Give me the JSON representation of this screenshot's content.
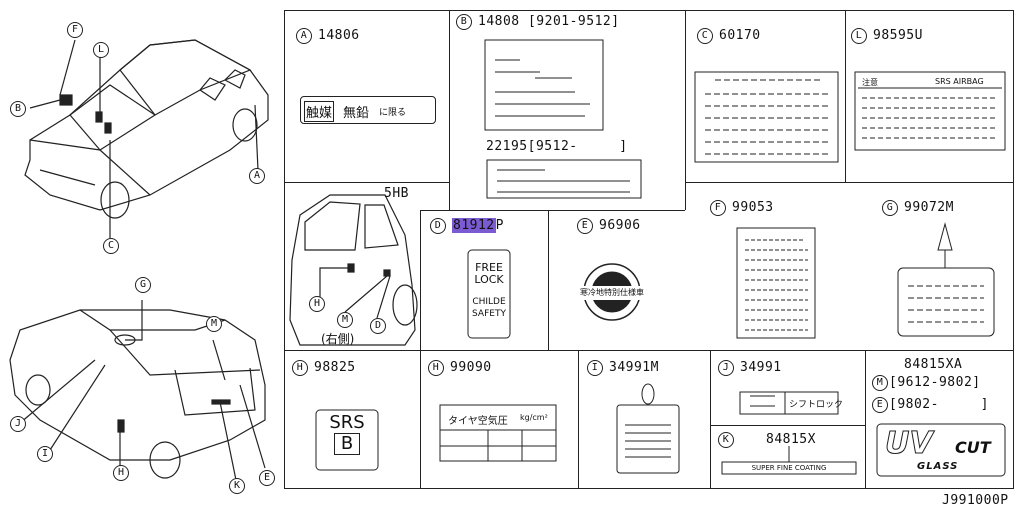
{
  "diagram_code": "J991000P",
  "callouts_top": [
    "F",
    "L",
    "B",
    "A",
    "C"
  ],
  "callouts_bottom": [
    "G",
    "M",
    "J",
    "I",
    "H",
    "K",
    "E"
  ],
  "cells": {
    "a": {
      "letter": "A",
      "part": "14806",
      "label_text_1": "触媒",
      "label_text_2": "無鉛",
      "label_text_3": "に限る"
    },
    "b": {
      "letter": "B",
      "part": "14808",
      "range": "[9201-9512]",
      "part2": "22195",
      "range2": "[9512-     ]"
    },
    "c": {
      "letter": "C",
      "part": "60170"
    },
    "l": {
      "letter": "L",
      "part": "98595U",
      "label_head_left": "注意",
      "label_head_right": "SRS AIRBAG"
    },
    "side": {
      "code": "5HB",
      "caption": "(右側)",
      "callout_h": "H",
      "callout_m": "M",
      "callout_d": "D"
    },
    "d": {
      "letter": "D",
      "part_highlighted": "81912",
      "part_suffix": "P",
      "line1": "FREE",
      "line2": "LOCK",
      "line3": "CHILDE",
      "line4": "SAFETY"
    },
    "e": {
      "letter": "E",
      "part": "96906",
      "label_text": "寒冷地特別仕様車"
    },
    "f": {
      "letter": "F",
      "part": "99053"
    },
    "g": {
      "letter": "G",
      "part": "99072M"
    },
    "h1": {
      "letter": "H",
      "part": "98825",
      "line1": "SRS",
      "line2": "B"
    },
    "h2": {
      "letter": "H",
      "part": "99090",
      "label_text": "タイヤ空気圧",
      "unit": "kg/cm²"
    },
    "i": {
      "letter": "I",
      "part": "34991M"
    },
    "j": {
      "letter": "J",
      "part": "34991",
      "label_text": "シフトロック"
    },
    "k": {
      "letter": "K",
      "part": "84815X",
      "label_text": "SUPER FINE COATING"
    },
    "last": {
      "part": "84815XA",
      "m_letter": "M",
      "m_range": "[9612-9802]",
      "e_letter": "E",
      "e_range": "[9802-     ]",
      "logo_cut": "CUT",
      "logo_glass": "GLASS"
    }
  }
}
